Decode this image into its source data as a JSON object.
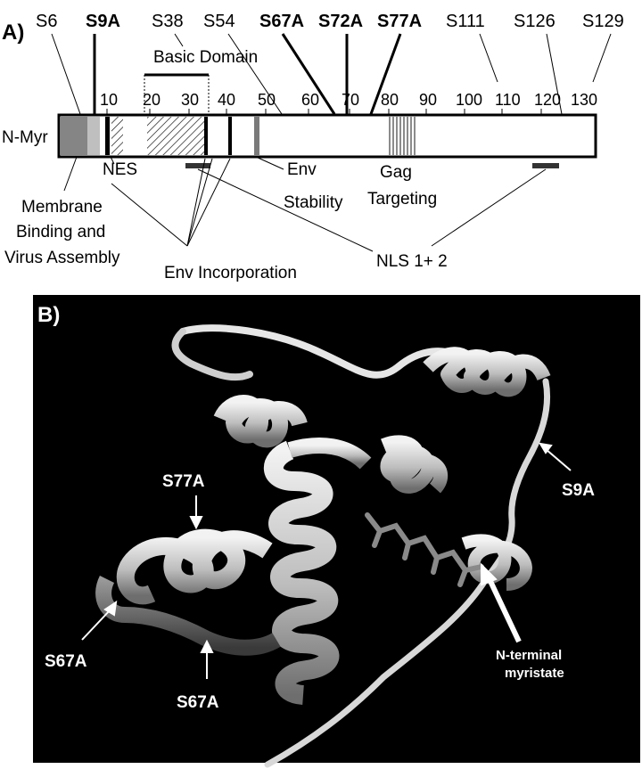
{
  "panel_a": {
    "label": "A)",
    "sites": [
      "S6",
      "S9A",
      "S38",
      "S54",
      "S67A",
      "S72A",
      "S77A",
      "S111",
      "S126",
      "S129"
    ],
    "ticks": [
      "10",
      "20",
      "30",
      "40",
      "50",
      "60",
      "70",
      "80",
      "90",
      "100",
      "110",
      "120",
      "130"
    ],
    "n_myr": "N-Myr",
    "basic_domain": "Basic Domain",
    "nes": "NES",
    "env_stability": [
      "Env",
      "Stability"
    ],
    "gag_targeting": [
      "Gag",
      "Targeting"
    ],
    "membrane": [
      "Membrane",
      "Binding and",
      "Virus Assembly"
    ],
    "env_incorporation": "Env Incorporation",
    "nls": "NLS 1+ 2"
  },
  "panel_b": {
    "label": "B)",
    "s9a": "S9A",
    "s77a": "S77A",
    "s67a_left": "S67A",
    "s67a_bottom": "S67A",
    "myristate": [
      "N-terminal",
      "myristate"
    ]
  }
}
